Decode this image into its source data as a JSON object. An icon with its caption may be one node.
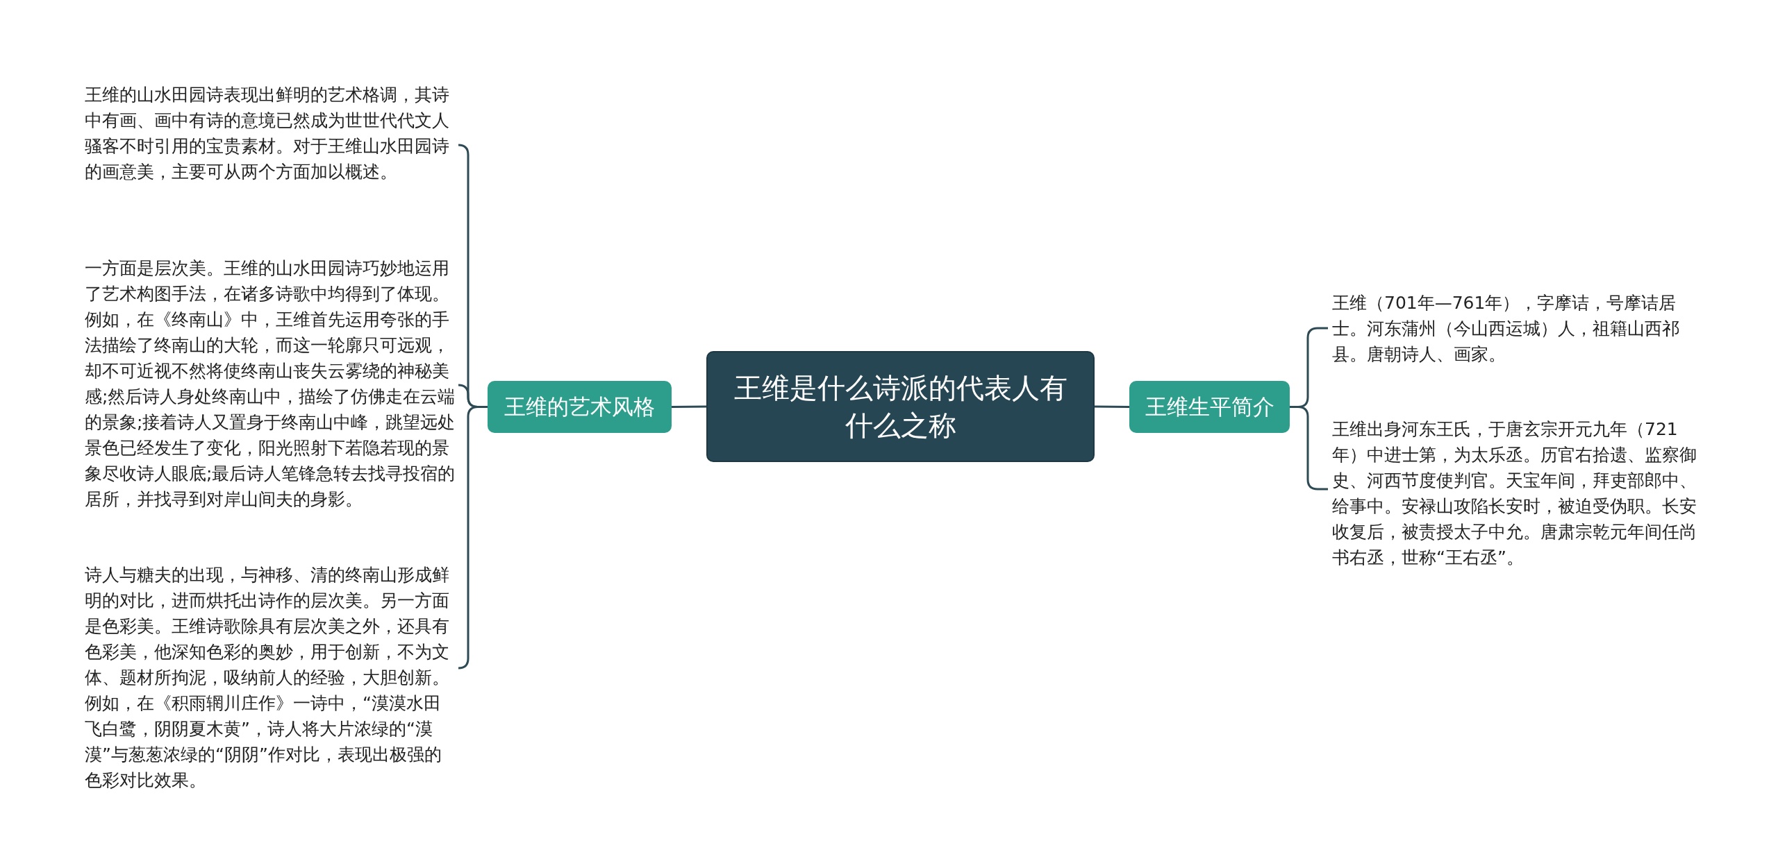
{
  "diagram": {
    "nodes": [
      {
        "text": [
          "王维是什么诗派的代表人有什么之称"
        ]
      },
      {
        "text": [
          "王维的艺术风格"
        ]
      },
      {
        "text": [
          "王维的山水田园诗表现出鲜明的艺术格调，其诗中有画、画中有诗的意境已然成为世世代代文人骚客不时引用的宝贵素材。对于王维山水田园诗的画意美，主要可从两个方面加以概述。"
        ]
      },
      {
        "text": [
          "一方面是层次美。王维的山水田园诗巧妙地运用了艺术构图手法，在诸多诗歌中均得到了体现。例如，在《终南山》中，王维首先运用夸张的手法描绘了终南山的大轮，而这一轮廓只可远观，却不可近视不然将使终南山丧失云雾绕的神秘美感;然后诗人身处终南山中，描绘了仿佛走在云端的景象;接着诗人又置身于终南山中峰，跳望远处景色已经发生了变化，阳光照射下若隐若现的景象尽收诗人眼底;最后诗人笔锋急转去找寻投宿的居所，并找寻到对岸山间夫的身影。"
        ]
      },
      {
        "text": [
          "诗人与糖夫的出现，与神移、清的终南山形成鲜明的对比，进而烘托出诗作的层次美。另一方面是色彩美。王维诗歌除具有层次美之外，还具有色彩美，他深知色彩的奥妙，用于创新，不为文体、题材所拘泥，吸纳前人的经验，大胆创新。例如，在《积雨辋川庄作》一诗中，“漠漠水田飞白鹭，阴阴夏木黄”，诗人将大片浓绿的“漠漠”与葱葱浓绿的“阴阴”作对比，表现出极强的色彩对比效果。"
        ]
      },
      {
        "text": [
          "王维生平简介"
        ]
      },
      {
        "text": [
          "王维（701年—761年），字摩诘，号摩诘居士。河东蒲州（今山西运城）人，祖籍山西祁县。唐朝诗人、画家。"
        ]
      },
      {
        "text": [
          "王维出身河东王氏，于唐玄宗开元九年（721年）中进士第，为太乐丞。历官右拾遗、监察御史、河西节度使判官。天宝年间，拜吏部郎中、给事中。安禄山攻陷长安时，被迫受伪职。长安收复后，被责授太子中允。唐肃宗乾元年间任尚书右丞，世称“王右丞”。"
        ]
      }
    ],
    "edges": [
      {
        "from": 0,
        "to": 1,
        "arrow": "none"
      },
      {
        "from": 1,
        "to": 2,
        "arrow": "none"
      },
      {
        "from": 1,
        "to": 3,
        "arrow": "none"
      },
      {
        "from": 1,
        "to": 4,
        "arrow": "none"
      },
      {
        "from": 0,
        "to": 5,
        "arrow": "none"
      },
      {
        "from": 5,
        "to": 6,
        "arrow": "none"
      },
      {
        "from": 5,
        "to": 7,
        "arrow": "none"
      }
    ]
  }
}
